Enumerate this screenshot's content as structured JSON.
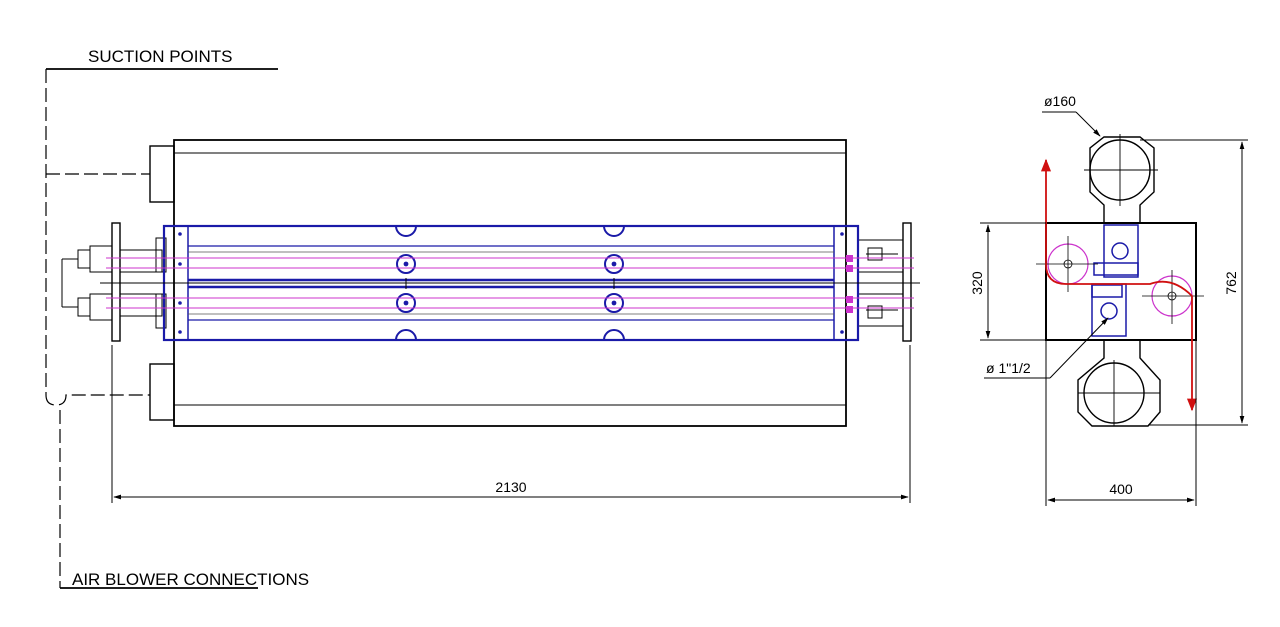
{
  "labels": {
    "suction_points": "SUCTION POINTS",
    "air_blower_connections": "AIR BLOWER CONNECTIONS"
  },
  "dimensions": {
    "overall_length": "2130",
    "side_width": "400",
    "side_height_inner": "320",
    "side_height_overall": "762",
    "suction_diameter": "ø160",
    "pipe_diameter": "ø 1\"1/2"
  },
  "colors": {
    "outline": "#000000",
    "assembly": "#1a1aa8",
    "air_line": "#cc33cc",
    "flow_path": "#d01010"
  }
}
